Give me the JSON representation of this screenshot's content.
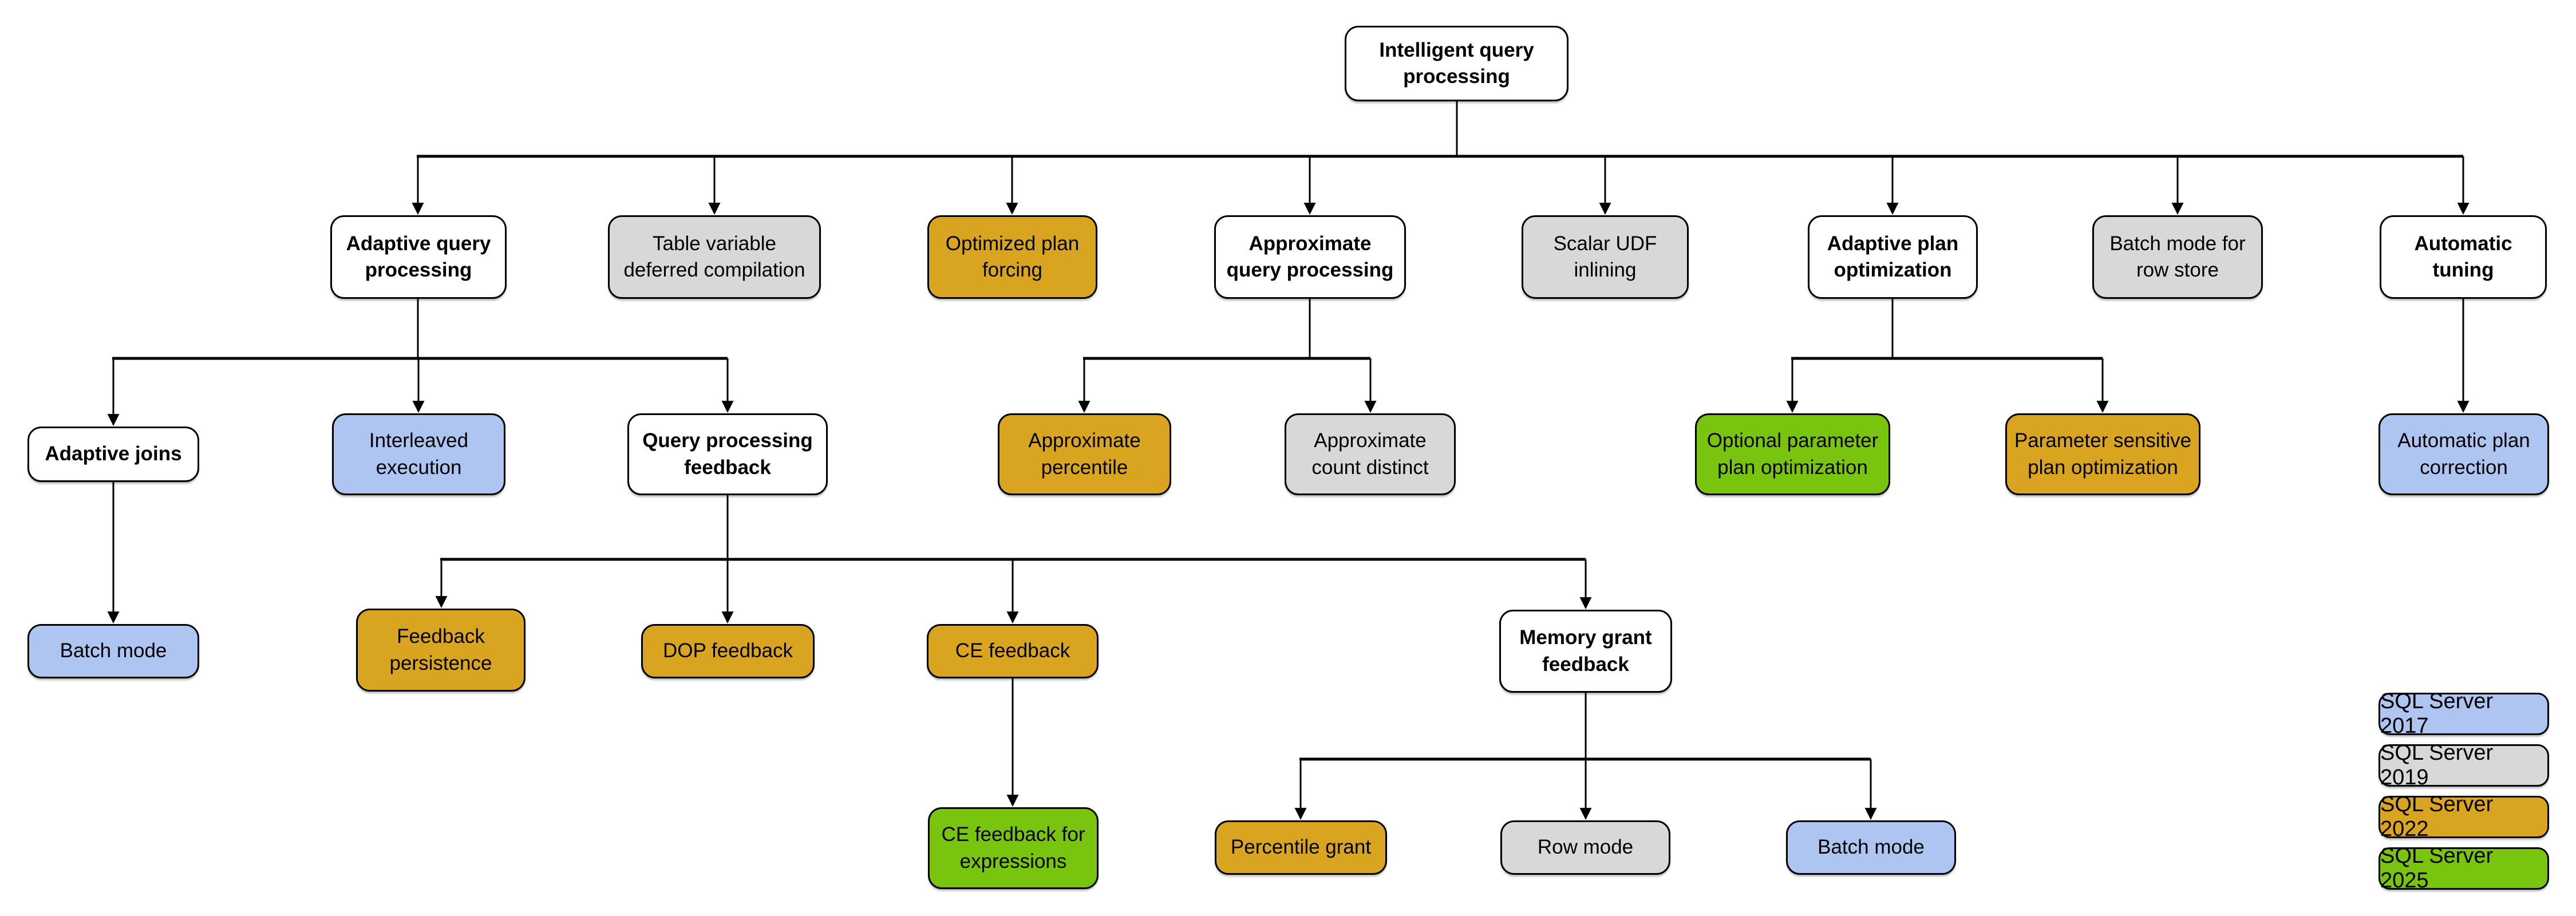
{
  "diagram_type": "hierarchy-tree",
  "colors": {
    "box_border": "#000000",
    "base_node": "#ffffff",
    "sql2017": "#aec5f2",
    "sql2019": "#d8d8d8",
    "sql2022": "#d9a521",
    "sql2025": "#78c40f"
  },
  "nodes": {
    "root": {
      "label": "Intelligent query\nprocessing",
      "version": null,
      "parent": null
    },
    "adaptive_query_processing": {
      "label": "Adaptive query\nprocessing",
      "version": null,
      "parent": "root"
    },
    "table_variable_deferred_compilation": {
      "label": "Table variable\ndeferred compilation",
      "version": "SQL Server 2019",
      "parent": "root"
    },
    "optimized_plan_forcing": {
      "label": "Optimized plan\nforcing",
      "version": "SQL Server 2022",
      "parent": "root"
    },
    "approximate_query_processing": {
      "label": "Approximate\nquery processing",
      "version": null,
      "parent": "root"
    },
    "scalar_udf_inlining": {
      "label": "Scalar UDF\ninlining",
      "version": "SQL Server 2019",
      "parent": "root"
    },
    "adaptive_plan_optimization": {
      "label": "Adaptive plan\noptimization",
      "version": null,
      "parent": "root"
    },
    "batch_mode_for_row_store": {
      "label": "Batch mode for\nrow store",
      "version": "SQL Server 2019",
      "parent": "root"
    },
    "automatic_tuning": {
      "label": "Automatic\ntuning",
      "version": null,
      "parent": "root"
    },
    "adaptive_joins": {
      "label": "Adaptive joins",
      "version": null,
      "parent": "adaptive_query_processing"
    },
    "interleaved_execution": {
      "label": "Interleaved\nexecution",
      "version": "SQL Server 2017",
      "parent": "adaptive_query_processing"
    },
    "query_processing_feedback": {
      "label": "Query processing\nfeedback",
      "version": null,
      "parent": "adaptive_query_processing"
    },
    "approximate_percentile": {
      "label": "Approximate\npercentile",
      "version": "SQL Server 2022",
      "parent": "approximate_query_processing"
    },
    "approximate_count_distinct": {
      "label": "Approximate\ncount distinct",
      "version": "SQL Server 2019",
      "parent": "approximate_query_processing"
    },
    "optional_parameter_plan_optimization": {
      "label": "Optional parameter\nplan optimization",
      "version": "SQL Server 2025",
      "parent": "adaptive_plan_optimization"
    },
    "parameter_sensitive_plan_optimization": {
      "label": "Parameter sensitive\nplan optimization",
      "version": "SQL Server 2022",
      "parent": "adaptive_plan_optimization"
    },
    "automatic_plan_correction": {
      "label": "Automatic plan\ncorrection",
      "version": "SQL Server 2017",
      "parent": "automatic_tuning"
    },
    "batch_mode_adaptive_joins": {
      "label": "Batch mode",
      "version": "SQL Server 2017",
      "parent": "adaptive_joins"
    },
    "feedback_persistence": {
      "label": "Feedback\npersistence",
      "version": "SQL Server 2022",
      "parent": "query_processing_feedback"
    },
    "dop_feedback": {
      "label": "DOP feedback",
      "version": "SQL Server 2022",
      "parent": "query_processing_feedback"
    },
    "ce_feedback": {
      "label": "CE feedback",
      "version": "SQL Server 2022",
      "parent": "query_processing_feedback"
    },
    "memory_grant_feedback": {
      "label": "Memory grant\nfeedback",
      "version": null,
      "parent": "query_processing_feedback"
    },
    "ce_feedback_for_expressions": {
      "label": "CE feedback for\nexpressions",
      "version": "SQL Server 2025",
      "parent": "ce_feedback"
    },
    "percentile_grant": {
      "label": "Percentile grant",
      "version": "SQL Server 2022",
      "parent": "memory_grant_feedback"
    },
    "row_mode": {
      "label": "Row mode",
      "version": "SQL Server 2019",
      "parent": "memory_grant_feedback"
    },
    "batch_mode_memory_grant": {
      "label": "Batch mode",
      "version": "SQL Server 2017",
      "parent": "memory_grant_feedback"
    }
  },
  "legend": {
    "items": [
      {
        "label": "SQL Server 2017",
        "color": "#aec5f2"
      },
      {
        "label": "SQL Server 2019",
        "color": "#d8d8d8"
      },
      {
        "label": "SQL Server 2022",
        "color": "#d9a521"
      },
      {
        "label": "SQL Server 2025",
        "color": "#78c40f"
      }
    ]
  }
}
